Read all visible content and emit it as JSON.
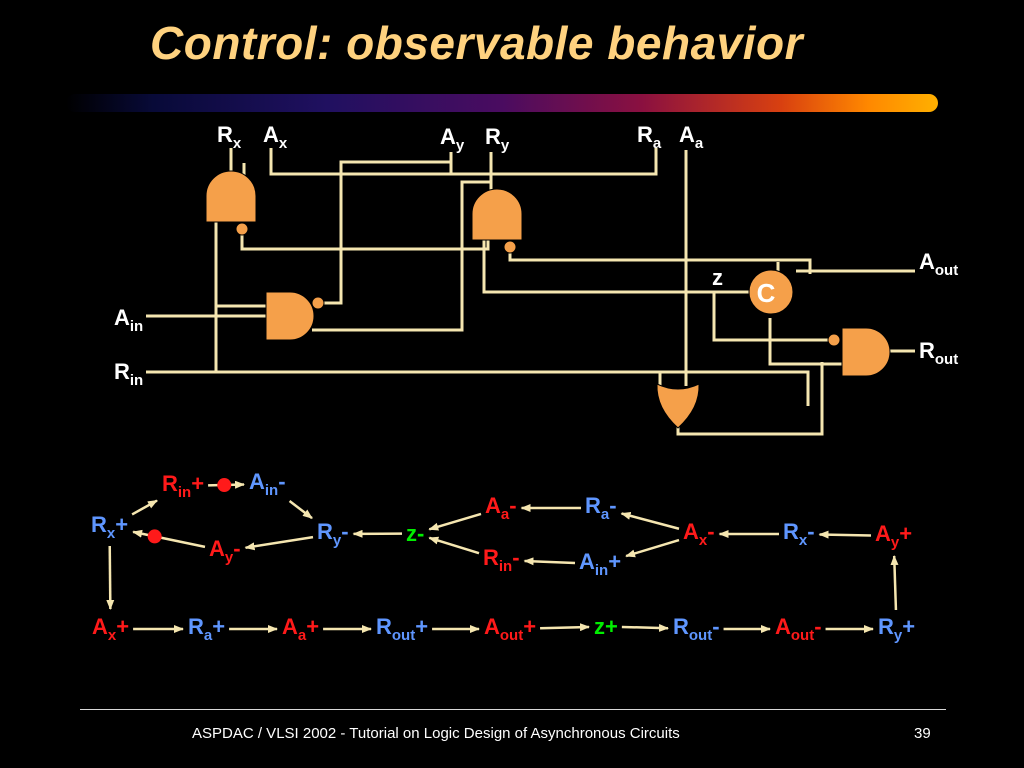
{
  "title": "Control: observable behavior",
  "colors": {
    "wire": "#f5e6b0",
    "gate": "#f5a04a",
    "red": "#ff1a1a",
    "blue": "#5f96ff",
    "green": "#00ee00",
    "text": "#ffffff"
  },
  "circuit": {
    "signals": [
      {
        "id": "rx",
        "base": "R",
        "sub": "x"
      },
      {
        "id": "ax",
        "base": "A",
        "sub": "x"
      },
      {
        "id": "ay",
        "base": "A",
        "sub": "y"
      },
      {
        "id": "ry",
        "base": "R",
        "sub": "y"
      },
      {
        "id": "ra",
        "base": "R",
        "sub": "a"
      },
      {
        "id": "aa",
        "base": "A",
        "sub": "a"
      },
      {
        "id": "aout",
        "base": "A",
        "sub": "out"
      },
      {
        "id": "rout",
        "base": "R",
        "sub": "out"
      },
      {
        "id": "ain",
        "base": "A",
        "sub": "in"
      },
      {
        "id": "rin",
        "base": "R",
        "sub": "in"
      }
    ],
    "c_element_label": "C",
    "z_label": "z"
  },
  "stg": {
    "nodes": [
      {
        "id": "rin-plus",
        "base": "R",
        "sub": "in",
        "sign": "+",
        "color": "red"
      },
      {
        "id": "ain-minus",
        "base": "A",
        "sub": "in",
        "sign": "-",
        "color": "blue"
      },
      {
        "id": "rx-plus",
        "base": "R",
        "sub": "x",
        "sign": "+",
        "color": "blue"
      },
      {
        "id": "ay-minus",
        "base": "A",
        "sub": "y",
        "sign": "-",
        "color": "red"
      },
      {
        "id": "ry-minus",
        "base": "R",
        "sub": "y",
        "sign": "-",
        "color": "blue"
      },
      {
        "id": "z-minus",
        "base": "z",
        "sub": "",
        "sign": "-",
        "color": "green"
      },
      {
        "id": "aa-minus",
        "base": "A",
        "sub": "a",
        "sign": "-",
        "color": "red"
      },
      {
        "id": "ra-minus",
        "base": "R",
        "sub": "a",
        "sign": "-",
        "color": "blue"
      },
      {
        "id": "rin-minus",
        "base": "R",
        "sub": "in",
        "sign": "-",
        "color": "red"
      },
      {
        "id": "ain-plus",
        "base": "A",
        "sub": "in",
        "sign": "+",
        "color": "blue"
      },
      {
        "id": "ax-minus",
        "base": "A",
        "sub": "x",
        "sign": "-",
        "color": "red"
      },
      {
        "id": "rx-minus",
        "base": "R",
        "sub": "x",
        "sign": "-",
        "color": "blue"
      },
      {
        "id": "ay-plus",
        "base": "A",
        "sub": "y",
        "sign": "+",
        "color": "red"
      },
      {
        "id": "ax-plus",
        "base": "A",
        "sub": "x",
        "sign": "+",
        "color": "red"
      },
      {
        "id": "ra-plus",
        "base": "R",
        "sub": "a",
        "sign": "+",
        "color": "blue"
      },
      {
        "id": "aa-plus",
        "base": "A",
        "sub": "a",
        "sign": "+",
        "color": "red"
      },
      {
        "id": "rout-plus",
        "base": "R",
        "sub": "out",
        "sign": "+",
        "color": "blue"
      },
      {
        "id": "aout-plus",
        "base": "A",
        "sub": "out",
        "sign": "+",
        "color": "red"
      },
      {
        "id": "z-plus",
        "base": "z",
        "sub": "",
        "sign": "+",
        "color": "green"
      },
      {
        "id": "rout-minus",
        "base": "R",
        "sub": "out",
        "sign": "-",
        "color": "blue"
      },
      {
        "id": "aout-minus",
        "base": "A",
        "sub": "out",
        "sign": "-",
        "color": "red"
      },
      {
        "id": "ry-plus",
        "base": "R",
        "sub": "y",
        "sign": "+",
        "color": "blue"
      }
    ],
    "arcs": [
      {
        "from": "rx-plus",
        "to": "rin-plus"
      },
      {
        "from": "rin-plus",
        "to": "ain-minus",
        "token": true
      },
      {
        "from": "ain-minus",
        "to": "ry-minus"
      },
      {
        "from": "ry-minus",
        "to": "ay-minus"
      },
      {
        "from": "ay-minus",
        "to": "rx-plus",
        "token": true
      },
      {
        "from": "rx-plus",
        "to": "ax-plus"
      },
      {
        "from": "ax-plus",
        "to": "ra-plus"
      },
      {
        "from": "ra-plus",
        "to": "aa-plus"
      },
      {
        "from": "aa-plus",
        "to": "rout-plus"
      },
      {
        "from": "rout-plus",
        "to": "aout-plus"
      },
      {
        "from": "aout-plus",
        "to": "z-plus"
      },
      {
        "from": "z-plus",
        "to": "rout-minus"
      },
      {
        "from": "rout-minus",
        "to": "aout-minus"
      },
      {
        "from": "aout-minus",
        "to": "ry-plus"
      },
      {
        "from": "ry-plus",
        "to": "ay-plus"
      },
      {
        "from": "ay-plus",
        "to": "rx-minus"
      },
      {
        "from": "rx-minus",
        "to": "ax-minus"
      },
      {
        "from": "ax-minus",
        "to": "ra-minus"
      },
      {
        "from": "ax-minus",
        "to": "ain-plus"
      },
      {
        "from": "ra-minus",
        "to": "aa-minus"
      },
      {
        "from": "ain-plus",
        "to": "rin-minus"
      },
      {
        "from": "aa-minus",
        "to": "z-minus"
      },
      {
        "from": "rin-minus",
        "to": "z-minus"
      },
      {
        "from": "z-minus",
        "to": "ry-minus"
      }
    ]
  },
  "footer": {
    "text": "ASPDAC / VLSI 2002 - Tutorial on Logic Design of Asynchronous Circuits",
    "page": "39"
  }
}
